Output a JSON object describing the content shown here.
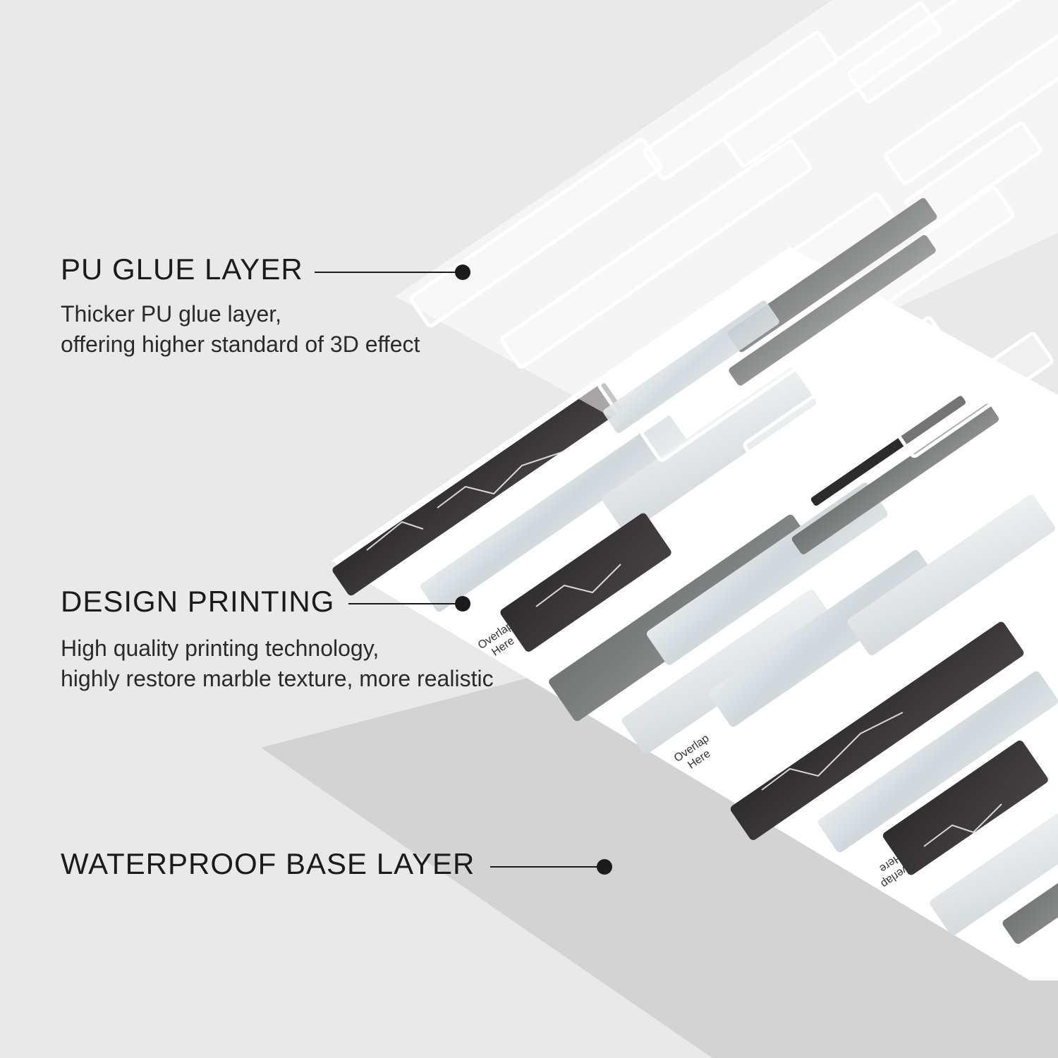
{
  "layers": [
    {
      "title": "PU GLUE LAYER",
      "description": [
        "Thicker PU glue layer,",
        "offering higher standard of 3D effect"
      ]
    },
    {
      "title": "DESIGN PRINTING",
      "description": [
        "High quality printing technology,",
        "highly restore marble texture, more realistic"
      ]
    },
    {
      "title": "WATERPROOF BASE LAYER",
      "description": []
    }
  ],
  "overlap_label": [
    "Overlap",
    "Here"
  ],
  "colors": {
    "background": "#e9e9e9",
    "shadow": "#d3d3d3",
    "sheet": "#ffffff",
    "dark_marble": "#3b3839",
    "gray_marble": "#7c7f7e",
    "light_marble": "#cfd6d9",
    "text": "#1b1b1b"
  }
}
